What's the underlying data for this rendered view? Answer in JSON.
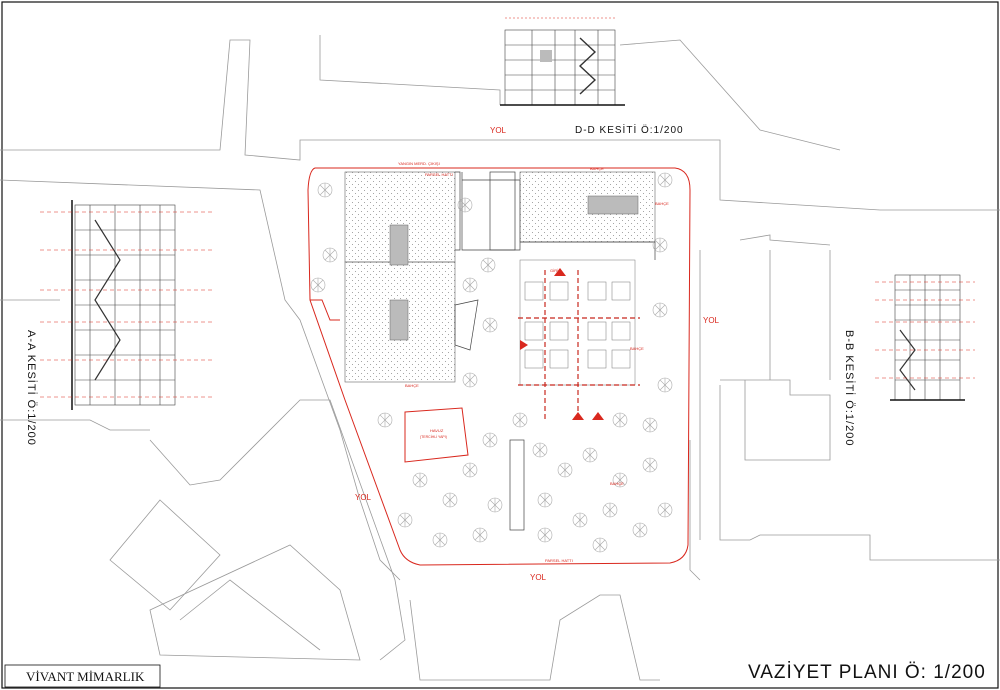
{
  "sheet": {
    "title": "VAZİYET PLANI Ö: 1/200",
    "firm": "VİVANT MİMARLIK"
  },
  "sections": {
    "dd": "D-D KESİTİ Ö:1/200",
    "aa": "A-A KESİTİ Ö:1/200",
    "bb": "B-B KESİTİ Ö:1/200"
  },
  "roads": {
    "north": "YOL",
    "east": "YOL",
    "west": "YOL",
    "south": "YOL"
  },
  "site_labels": {
    "parsel_north": "PARSEL HATTI",
    "parsel_south": "PARSEL HATTI",
    "yangin": "YANGIN MERD. ÇIKIŞI",
    "bahce_1": "BAHÇE",
    "bahce_2": "BAHÇE",
    "bahce_3": "BAHÇE",
    "bahce_4": "BAHÇE",
    "bahce_5": "BAHÇE",
    "havuz": "HAVUZ",
    "havuz_sub": "(TERCİHLİ YAPI)",
    "giris": "GİRİŞ"
  },
  "colors": {
    "red": "#d9281e",
    "context": "#9a9a9a",
    "ink": "#111111"
  }
}
